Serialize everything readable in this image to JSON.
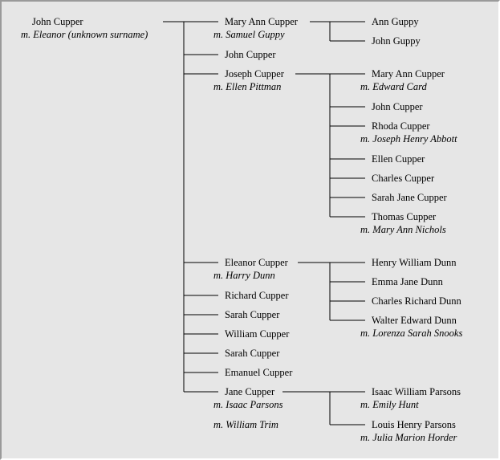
{
  "people": [
    {
      "id": "p0",
      "name": "John Cupper"
    },
    {
      "id": "p0s",
      "name": "m. Eleanor (unknown surname)"
    },
    {
      "id": "c1",
      "name": "Mary Ann Cupper"
    },
    {
      "id": "c1s",
      "name": "m. Samuel Guppy"
    },
    {
      "id": "g11",
      "name": "Ann Guppy"
    },
    {
      "id": "g12",
      "name": "John Guppy"
    },
    {
      "id": "c2",
      "name": "John Cupper"
    },
    {
      "id": "c3",
      "name": "Joseph Cupper"
    },
    {
      "id": "c3s",
      "name": "m. Ellen Pittman"
    },
    {
      "id": "g31",
      "name": "Mary Ann Cupper"
    },
    {
      "id": "g31s",
      "name": "m. Edward Card"
    },
    {
      "id": "g32",
      "name": "John Cupper"
    },
    {
      "id": "g33",
      "name": "Rhoda Cupper"
    },
    {
      "id": "g33s",
      "name": "m. Joseph Henry Abbott"
    },
    {
      "id": "g34",
      "name": "Ellen Cupper"
    },
    {
      "id": "g35",
      "name": "Charles Cupper"
    },
    {
      "id": "g36",
      "name": "Sarah Jane Cupper"
    },
    {
      "id": "g37",
      "name": "Thomas Cupper"
    },
    {
      "id": "g37s",
      "name": "m. Mary Ann Nichols"
    },
    {
      "id": "c4",
      "name": "Eleanor Cupper"
    },
    {
      "id": "c4s",
      "name": "m. Harry Dunn"
    },
    {
      "id": "g41",
      "name": "Henry William Dunn"
    },
    {
      "id": "g42",
      "name": "Emma Jane Dunn"
    },
    {
      "id": "g43",
      "name": "Charles Richard Dunn"
    },
    {
      "id": "g44",
      "name": "Walter Edward Dunn"
    },
    {
      "id": "g44s",
      "name": "m. Lorenza Sarah Snooks"
    },
    {
      "id": "c5",
      "name": "Richard Cupper"
    },
    {
      "id": "c6",
      "name": "Sarah Cupper"
    },
    {
      "id": "c7",
      "name": "William Cupper"
    },
    {
      "id": "c8",
      "name": "Sarah Cupper"
    },
    {
      "id": "c9",
      "name": "Emanuel Cupper"
    },
    {
      "id": "c10",
      "name": "Jane Cupper"
    },
    {
      "id": "c10s",
      "name": "m. Isaac Parsons"
    },
    {
      "id": "c10s2",
      "name": "m. William Trim"
    },
    {
      "id": "g101",
      "name": "Isaac William Parsons"
    },
    {
      "id": "g101s",
      "name": "m. Emily Hunt"
    },
    {
      "id": "g102",
      "name": "Louis Henry Parsons"
    },
    {
      "id": "g102s",
      "name": "m. Julia Marion Horder"
    }
  ]
}
